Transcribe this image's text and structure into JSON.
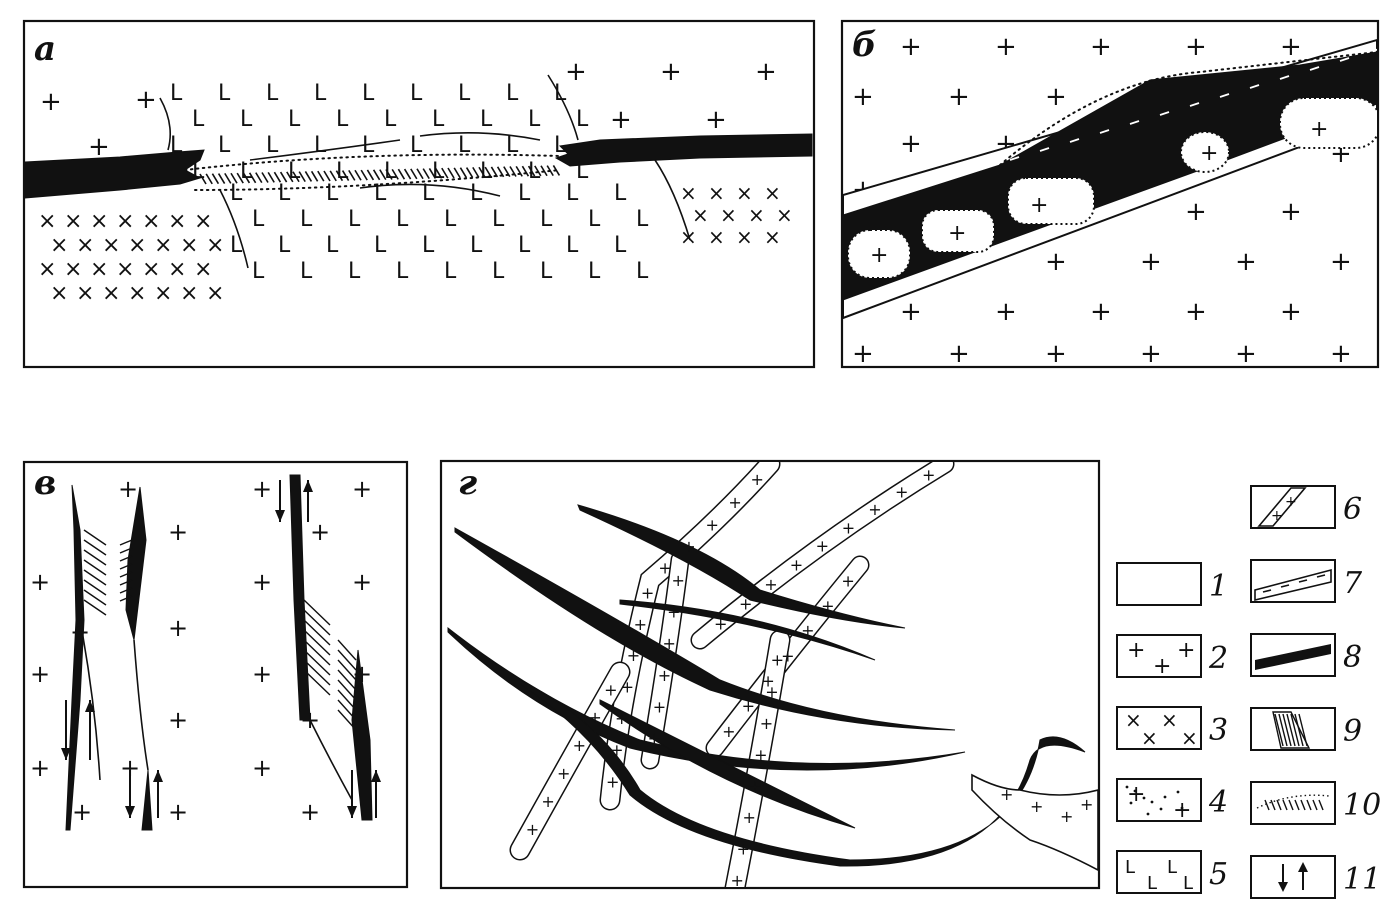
{
  "panels": {
    "a": {
      "label": "а"
    },
    "b": {
      "label": "б"
    },
    "v": {
      "label": "в"
    },
    "g": {
      "label": "г"
    }
  },
  "legend": [
    {
      "num": "1",
      "pattern": "blank"
    },
    {
      "num": "2",
      "pattern": "plus-signs"
    },
    {
      "num": "3",
      "pattern": "x-signs"
    },
    {
      "num": "4",
      "pattern": "plus-signs-with-dots"
    },
    {
      "num": "5",
      "pattern": "L-signs"
    },
    {
      "num": "6",
      "pattern": "band-with-plus-signs"
    },
    {
      "num": "7",
      "pattern": "band-with-dashes"
    },
    {
      "num": "8",
      "pattern": "solid-black-band"
    },
    {
      "num": "9",
      "pattern": "hatching"
    },
    {
      "num": "10",
      "pattern": "dotted-hatched-band"
    },
    {
      "num": "11",
      "pattern": "opposed-arrows"
    }
  ],
  "colors": {
    "ink": "#111111",
    "paper": "#ffffff"
  }
}
